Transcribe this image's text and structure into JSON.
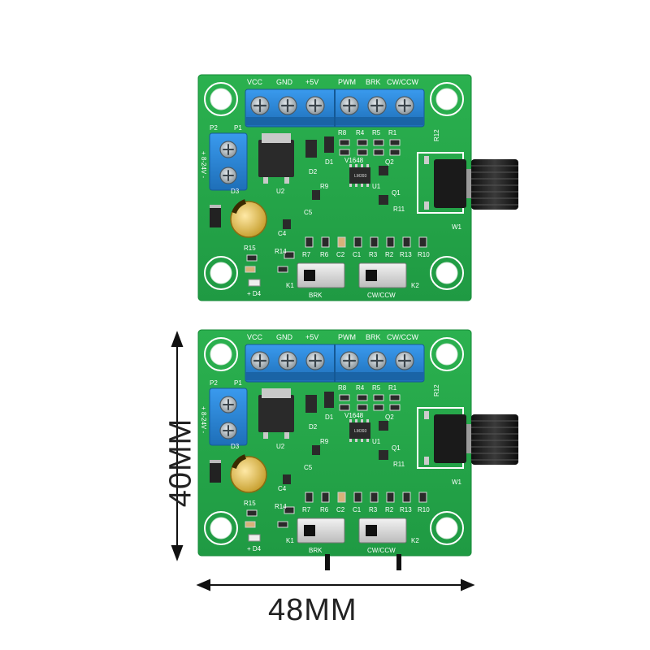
{
  "dimensions": {
    "width_label": "48MM",
    "height_label": "40MM"
  },
  "board": {
    "terminal_top_labels": [
      "VCC",
      "GND",
      "+5V",
      "PWM",
      "BRK",
      "CW/CCW"
    ],
    "power_labels": [
      "P2",
      "P1",
      "8-24V",
      "+",
      "-"
    ],
    "ref_labels_top_row": [
      "R8",
      "R4",
      "R5",
      "R1",
      "R12"
    ],
    "ref_labels_mid": [
      "D2",
      "D1",
      "U2",
      "V1648",
      "Q2",
      "R9",
      "U1",
      "C5",
      "Q1",
      "R11",
      "C4",
      "D3"
    ],
    "ref_labels_bottom_row": [
      "R7",
      "R6",
      "C2",
      "C1",
      "R3",
      "R2",
      "R13",
      "R10"
    ],
    "misc_labels": [
      "R15",
      "R14",
      "D4",
      "K1",
      "K2",
      "W1",
      "BRK",
      "CW/CCW"
    ],
    "ic_label": "LM393"
  },
  "colors": {
    "pcb": "#23a94a",
    "pcb_dark": "#1b8c3b",
    "terminal": "#2b86d6",
    "knob": "#1d1d1d"
  }
}
